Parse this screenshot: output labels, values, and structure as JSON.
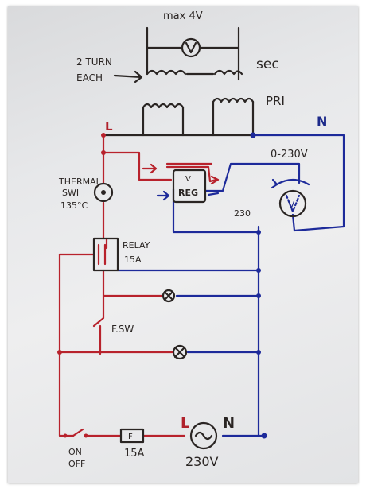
{
  "labels": {
    "max_4v": "max 4V",
    "sec": "sec",
    "two_turn": "2 TURN",
    "each": "EACH",
    "pri": "PRI",
    "l_top": "L",
    "n_top": "N",
    "range": "0-230V",
    "thermal_1": "THERMAL",
    "thermal_2": "SWI",
    "thermal_3": "135°C",
    "reg": "REG",
    "v_small": "V",
    "v_meter_1": "V",
    "v_meter_2": "V",
    "v_230": "230",
    "relay_1": "RELAY",
    "relay_2": "15A",
    "fsw": "F.SW",
    "fuse": "F",
    "fuse_rating": "15A",
    "on": "ON",
    "off": "OFF",
    "l_bottom": "L",
    "n_bottom": "N",
    "supply": "230V"
  },
  "colors": {
    "ink_black": "#2a2523",
    "ink_red": "#b8222c",
    "ink_blue": "#1d2a9a"
  }
}
